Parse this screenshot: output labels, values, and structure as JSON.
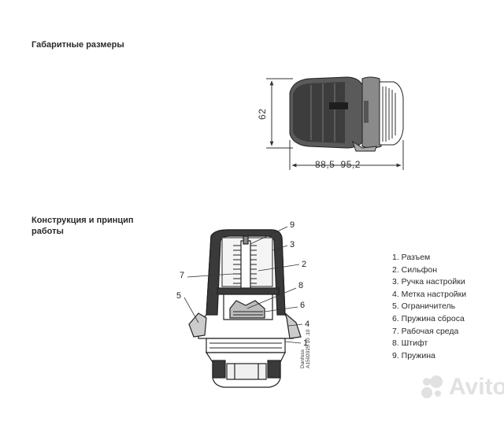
{
  "headings": {
    "dimensions": "Габаритные размеры",
    "construction": "Конструкция и принцип работы"
  },
  "dimensions": {
    "height": "62",
    "width": "88,5–95,2"
  },
  "callouts": [
    "9",
    "3",
    "2",
    "7",
    "8",
    "5",
    "6",
    "4",
    "1"
  ],
  "legend": [
    "1. Разъем",
    "2. Сильфон",
    "3. Ручка настройки",
    "4. Метка настройки",
    "5. Ограничитель",
    "6. Пружина сброса",
    "7. Рабочая среда",
    "8. Штифт",
    "9. Пружина"
  ],
  "brand_mark": {
    "line1": "Danfoss",
    "line2": "A1502025.10 .10"
  },
  "watermark": "Avito",
  "colors": {
    "ink": "#222222",
    "dark_fill": "#3a3a3a",
    "watermark": "#dcdcdc"
  }
}
